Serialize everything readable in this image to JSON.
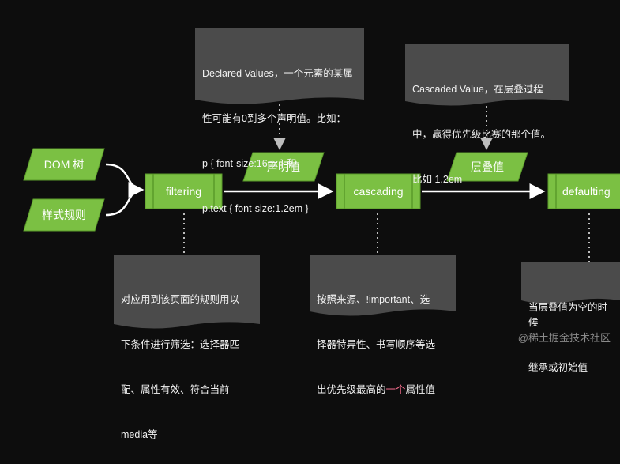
{
  "nodes": {
    "dom_tree": "DOM 树",
    "style_rules": "样式规则",
    "filtering": "filtering",
    "declared_value": "声明值",
    "cascading": "cascading",
    "cascaded_value": "层叠值",
    "defaulting": "defaulting"
  },
  "notes": {
    "declared": {
      "line1": "Declared Values，一个元素的某属",
      "line2": "性可能有0到多个声明值。比如：",
      "line3": "p { font-size:16px } 和",
      "line4": "p.text { font-size:1.2em }"
    },
    "cascaded": {
      "line1": "Cascaded Value，在层叠过程",
      "line2": "中，赢得优先级比赛的那个值。",
      "line3": "比如 1.2em"
    },
    "filtering": {
      "line1": "对应用到该页面的规则用以",
      "line2": "下条件进行筛选：选择器匹",
      "line3": "配、属性有效、符合当前",
      "line4": "media等"
    },
    "cascading": {
      "line1": "按照来源、!important、选",
      "line2": "择器特异性、书写顺序等选",
      "line3_a": "出优先级最高的",
      "line3_b": "一个",
      "line3_c": "属性值"
    },
    "defaulting": {
      "line1": "当层叠值为空的时候",
      "line2": "继承或初始值"
    }
  },
  "watermark": "@稀土掘金技术社区",
  "colors": {
    "background": "#0d0d0d",
    "node_green": "#7bc043",
    "node_border": "#5a9a2a",
    "note_grey": "#4b4b4b",
    "arrow": "#ffffff",
    "dotted": "#bdbdbd",
    "highlight": "#f06a8a"
  }
}
